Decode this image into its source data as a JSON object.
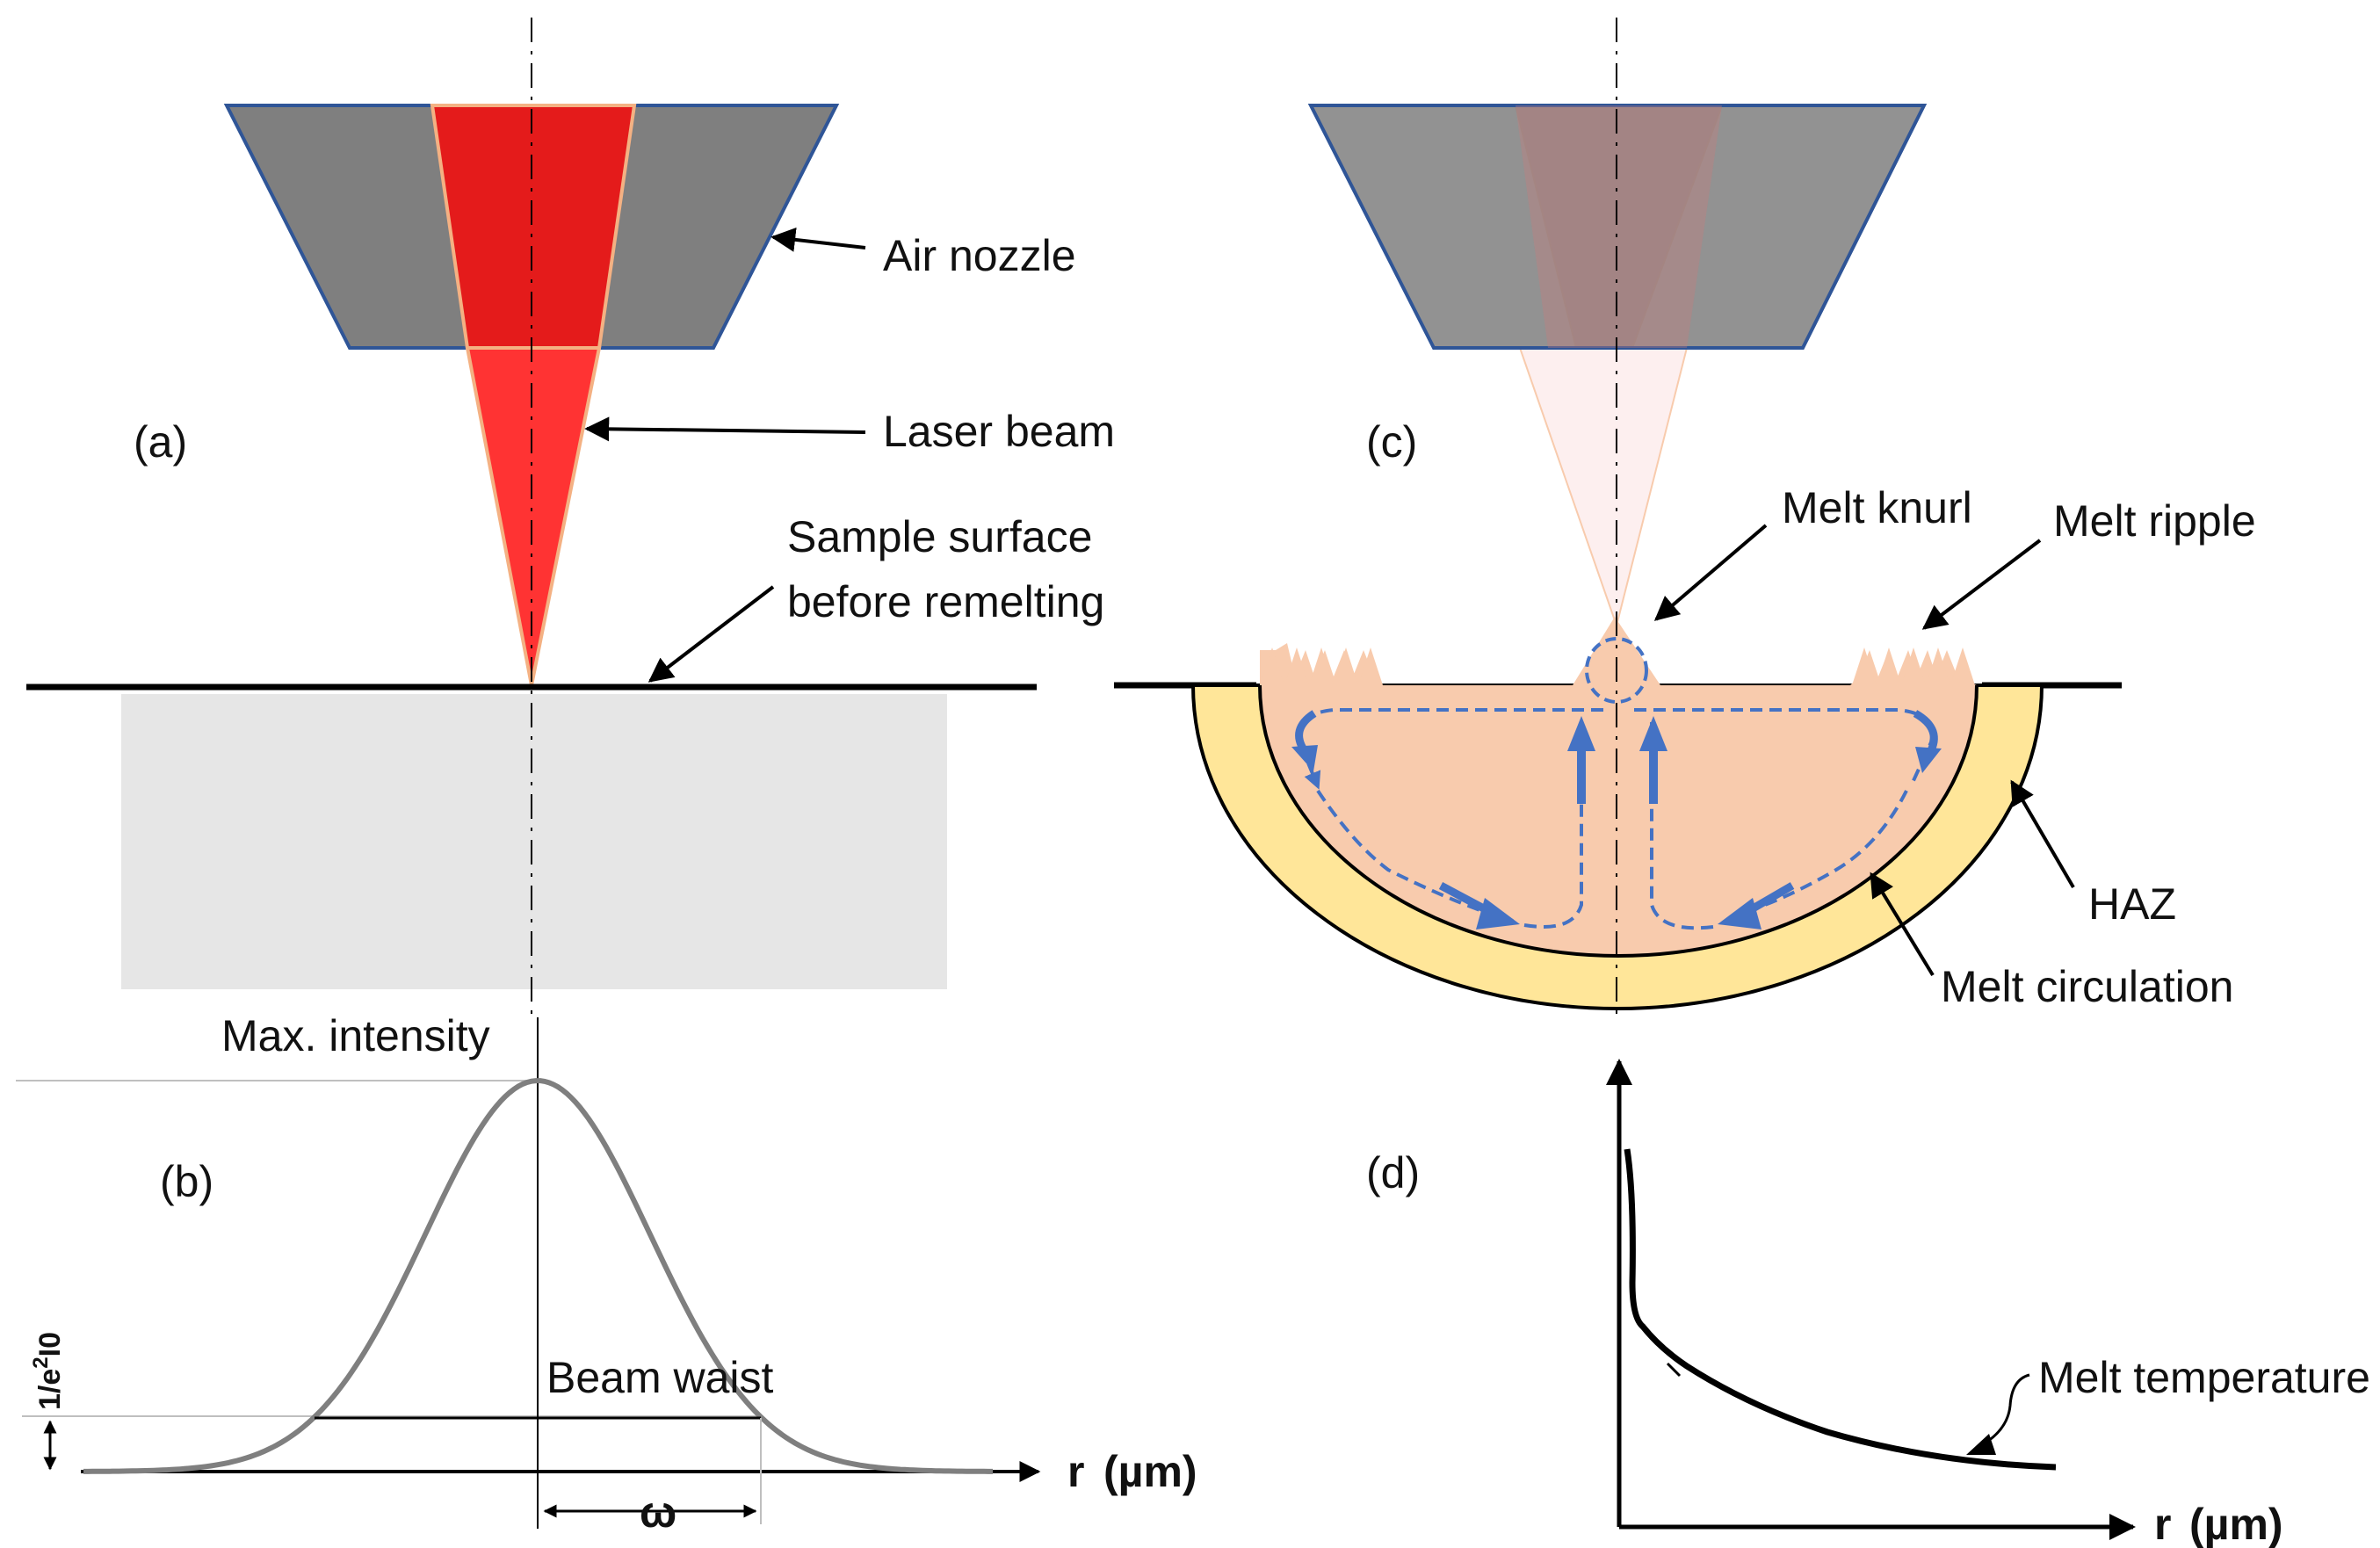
{
  "panel_a": {
    "label": "(a)",
    "air_nozzle": "Air nozzle",
    "laser_beam": "Laser beam",
    "sample_surface_line1": "Sample surface",
    "sample_surface_line2": "before remelting"
  },
  "panel_b": {
    "label": "(b)",
    "max_intensity": "Max. intensity",
    "beam_waist": "Beam waist",
    "y_label_main": "1/e",
    "y_label_sup": "2",
    "y_label_tail": "I0",
    "x_label_r": "r",
    "x_label_unit": "(µm)",
    "omega": "ω"
  },
  "panel_c": {
    "label": "(c)",
    "melt_knurl": "Melt knurl",
    "melt_ripple": "Melt ripple",
    "haz": "HAZ",
    "melt_circulation": "Melt circulation"
  },
  "panel_d": {
    "label": "(d)",
    "melt_temperature": "Melt temperature",
    "x_label_r": "r",
    "x_label_unit": "(µm)"
  },
  "colors": {
    "nozzle_fill": "#7f7f7f",
    "nozzle_stroke": "#2f5597",
    "laser_red": "#e41b1b",
    "melt_pool": "#f8cbad",
    "haz": "#ffe699",
    "substrate": "#e6e6e6",
    "flow_blue": "#4472c4",
    "curve_gray": "#7f7f7f"
  }
}
